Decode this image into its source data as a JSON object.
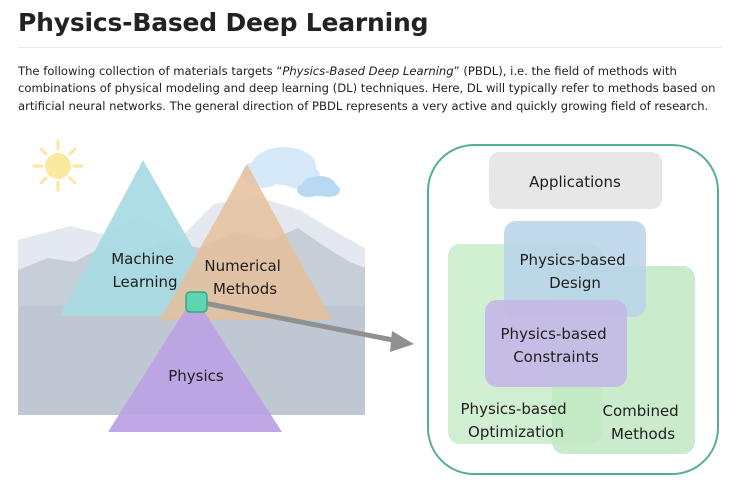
{
  "page": {
    "title": "Physics-Based Deep Learning",
    "intro_before": "The following collection of materials targets “",
    "intro_em": "Physics-Based Deep Learning",
    "intro_after": "” (PBDL), i.e. the field of methods with combinations of physical modeling and deep learning (DL) techniques. Here, DL will typically refer to methods based on artificial neural networks. The general direction of PBDL represents a very active and quickly growing field of research."
  },
  "figure": {
    "triangles": {
      "machine_learning": [
        "Machine",
        "Learning"
      ],
      "numerical_methods": [
        "Numerical",
        "Methods"
      ],
      "physics": [
        "Physics"
      ]
    },
    "boxes": {
      "applications": [
        "Applications"
      ],
      "design": [
        "Physics-based",
        "Design"
      ],
      "constraints": [
        "Physics-based",
        "Constraints"
      ],
      "optimization": [
        "Physics-based",
        "Optimization"
      ],
      "combined": [
        "Combined",
        "Methods"
      ]
    },
    "colors": {
      "machine_learning": "#a9dbe3",
      "numerical_methods": "#e9c5a3",
      "physics": "#bda5e3",
      "intersection": "#5fd4b1",
      "frame": "#4fae98",
      "arrow": "#8f8f8f",
      "applications_box": "#e6e6e6",
      "design_box": "#bcd6ec",
      "constraints_box": "#c5bde8",
      "green_box": "#c9ecc9",
      "sun": "#fbe9a0",
      "cloud": "#cfe4f7",
      "mountain": "#c3ccd6"
    }
  }
}
